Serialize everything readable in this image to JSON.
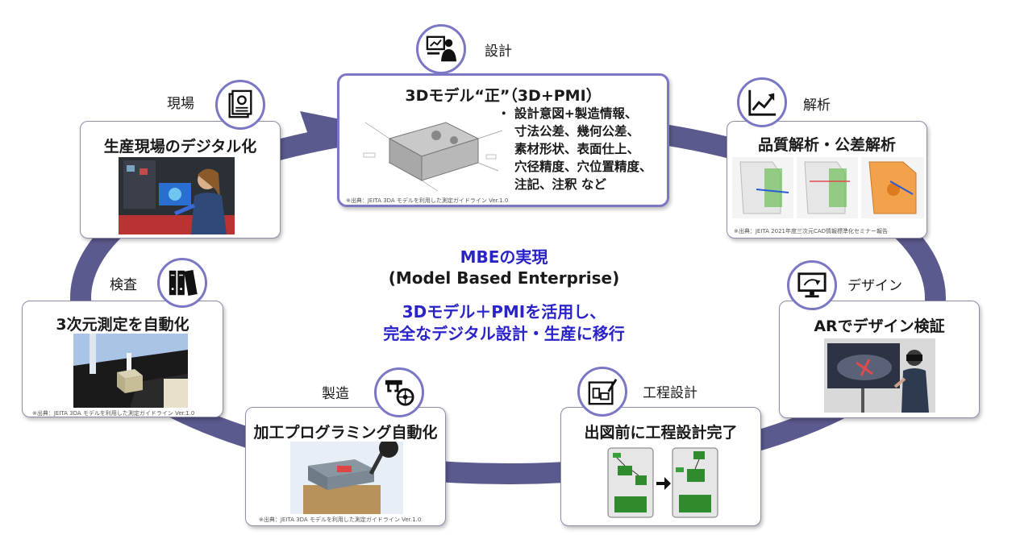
{
  "center": {
    "title": "MBEの実現",
    "subtitle": "(Model Based Enterprise)",
    "line1": "3Dモデル＋PMIを活用し、",
    "line2": "完全なデジタル設計・生産に移行"
  },
  "design": {
    "label": "設計",
    "title": "3Dモデル“正”（3D+PMI）",
    "bullets": [
      "・ 設計意図+製造情報、",
      "寸法公差、幾何公差、",
      "素材形状、表面仕上、",
      "穴径精度、穴位置精度、",
      "注記、注釈 など"
    ],
    "credit": "※出典：JEITA 3DA モデルを利用した測定ガイドライン Ver.1.0",
    "icon": "presentation-person-icon"
  },
  "analysis": {
    "label": "解析",
    "title": "品質解析・公差解析",
    "credit": "※出典：JEITA 2021年度三次元CAD情報標準化セミナー報告",
    "icon": "trend-chart-icon"
  },
  "ar": {
    "label": "デザイン",
    "title": "ARでデザイン検証",
    "icon": "monitor-cursor-icon"
  },
  "process": {
    "label": "工程設計",
    "title": "出図前に工程設計完了",
    "icon": "blueprint-pencil-icon"
  },
  "manufacturing": {
    "label": "製造",
    "title": "加工プログラミング自動化",
    "credit": "※出典：JEITA 3DA モデルを利用した測定ガイドライン Ver.1.0",
    "icon": "robot-arm-icon"
  },
  "inspection": {
    "label": "検査",
    "title": "3次元測定を自動化",
    "credit": "※出典：JEITA 3DA モデルを利用した測定ガイドライン Ver.1.0",
    "icon": "binders-icon"
  },
  "field": {
    "label": "現場",
    "title": "生産現場のデジタル化",
    "icon": "document-gear-icon"
  },
  "colors": {
    "ring": "#5b5a8e",
    "accent": "#7a77c4",
    "center_text": "#2a23c8"
  }
}
